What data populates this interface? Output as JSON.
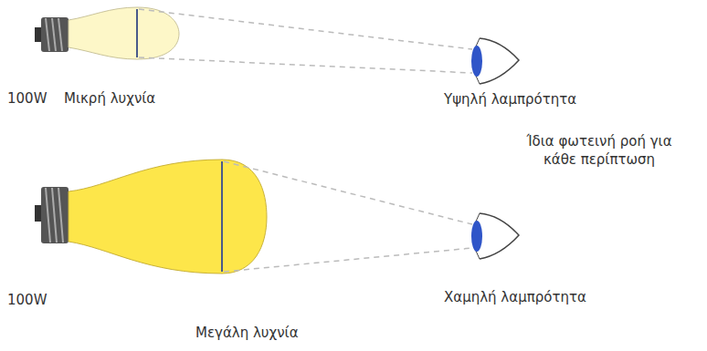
{
  "diagram": {
    "labels": [
      "100W",
      "Μικρή λυχνία",
      "Υψηλή λαμπρότητα",
      "Ίδια φωτεινή ροή για κάθε περίπτωση",
      "100W",
      "Χαμηλή λαμπρότητα",
      "Μεγάλη λυχνία"
    ]
  }
}
